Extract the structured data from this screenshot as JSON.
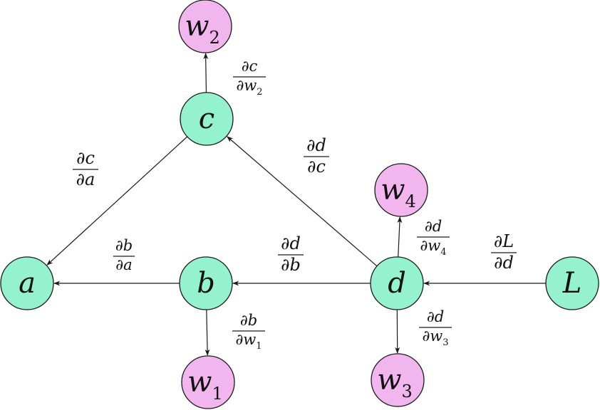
{
  "colors": {
    "operation_node": "#94f2cf",
    "weight_node": "#f2b6ee",
    "stroke": "#1a1a1a"
  },
  "nodes": [
    {
      "id": "a",
      "label": "a",
      "sub": "",
      "kind": "operation"
    },
    {
      "id": "b",
      "label": "b",
      "sub": "",
      "kind": "operation"
    },
    {
      "id": "c",
      "label": "c",
      "sub": "",
      "kind": "operation"
    },
    {
      "id": "d",
      "label": "d",
      "sub": "",
      "kind": "operation"
    },
    {
      "id": "L",
      "label": "L",
      "sub": "",
      "kind": "operation"
    },
    {
      "id": "w1",
      "label": "w",
      "sub": "1",
      "kind": "weight"
    },
    {
      "id": "w2",
      "label": "w",
      "sub": "2",
      "kind": "weight"
    },
    {
      "id": "w3",
      "label": "w",
      "sub": "3",
      "kind": "weight"
    },
    {
      "id": "w4",
      "label": "w",
      "sub": "4",
      "kind": "weight"
    }
  ],
  "edges": [
    {
      "id": "c-a",
      "from": "c",
      "to": "a",
      "num": "∂c",
      "den": "∂a",
      "den_sub": ""
    },
    {
      "id": "b-a",
      "from": "b",
      "to": "a",
      "num": "∂b",
      "den": "∂a",
      "den_sub": ""
    },
    {
      "id": "c-w2",
      "from": "c",
      "to": "w2",
      "num": "∂c",
      "den": "∂w",
      "den_sub": "2"
    },
    {
      "id": "b-w1",
      "from": "b",
      "to": "w1",
      "num": "∂b",
      "den": "∂w",
      "den_sub": "1"
    },
    {
      "id": "d-c",
      "from": "d",
      "to": "c",
      "num": "∂d",
      "den": "∂c",
      "den_sub": ""
    },
    {
      "id": "d-b",
      "from": "d",
      "to": "b",
      "num": "∂d",
      "den": "∂b",
      "den_sub": ""
    },
    {
      "id": "d-w4",
      "from": "d",
      "to": "w4",
      "num": "∂d",
      "den": "∂w",
      "den_sub": "4"
    },
    {
      "id": "d-w3",
      "from": "d",
      "to": "w3",
      "num": "∂d",
      "den": "∂w",
      "den_sub": "3"
    },
    {
      "id": "L-d",
      "from": "L",
      "to": "d",
      "num": "∂L",
      "den": "∂d",
      "den_sub": ""
    }
  ]
}
